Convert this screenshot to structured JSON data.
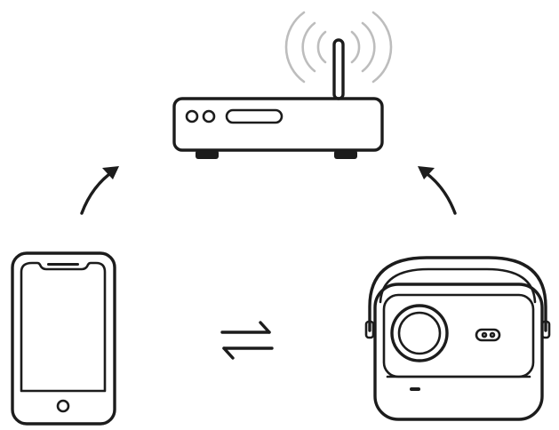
{
  "diagram": {
    "nodes": [
      {
        "id": "router",
        "icon": "wifi-router-icon"
      },
      {
        "id": "phone",
        "icon": "smartphone-icon"
      },
      {
        "id": "projector",
        "icon": "projector-icon"
      }
    ],
    "connections": [
      {
        "from": "phone",
        "to": "router",
        "icon": "curved-arrow-icon"
      },
      {
        "from": "projector",
        "to": "router",
        "icon": "curved-arrow-icon"
      },
      {
        "from": "phone",
        "to": "projector",
        "icon": "bidirectional-arrows-icon"
      }
    ],
    "colors": {
      "line": "#1c1c1c",
      "signal": "#bdbdbd",
      "background": "#ffffff"
    }
  }
}
